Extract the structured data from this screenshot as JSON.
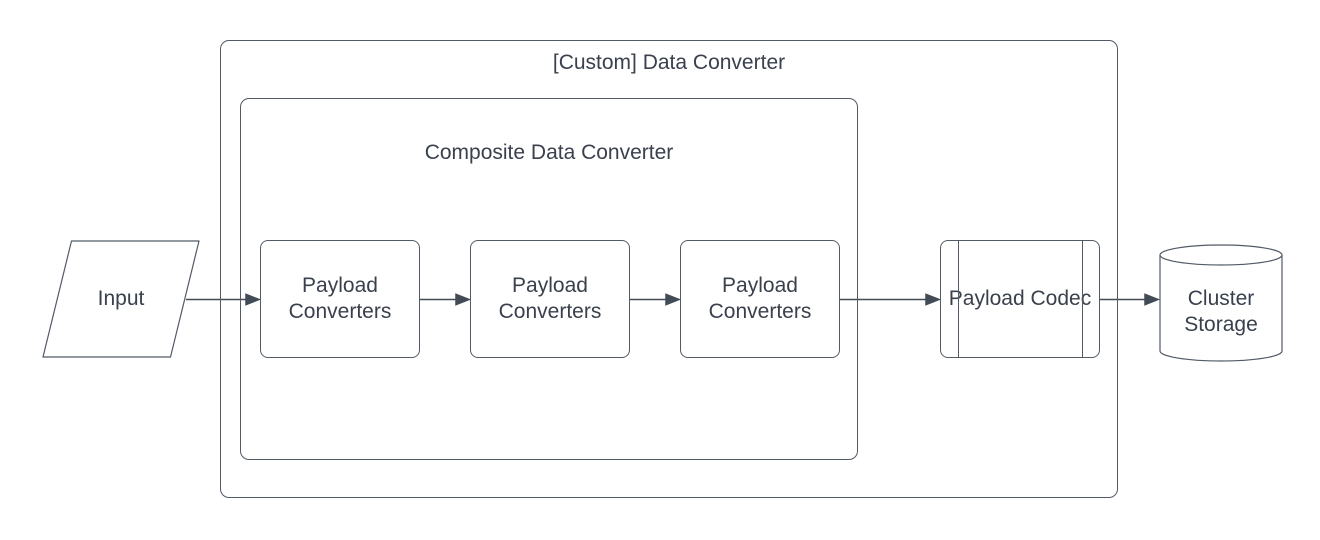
{
  "diagram": {
    "title_note": "Data conversion pipeline diagram",
    "colors": {
      "background": "#ffffff",
      "stroke": "#525a66",
      "text": "#3a414d"
    },
    "outer_group": {
      "label": "[Custom] Data Converter"
    },
    "inner_group": {
      "label": "Composite Data Converter"
    },
    "nodes": {
      "input": {
        "label": "Input",
        "shape": "parallelogram"
      },
      "payload_converters_1": {
        "label": "Payload Converters",
        "shape": "rounded-rectangle"
      },
      "payload_converters_2": {
        "label": "Payload Converters",
        "shape": "rounded-rectangle"
      },
      "payload_converters_3": {
        "label": "Payload Converters",
        "shape": "rounded-rectangle"
      },
      "payload_codec": {
        "label": "Payload Codec",
        "shape": "predefined-process"
      },
      "cluster_storage": {
        "label": "Cluster Storage",
        "shape": "cylinder"
      }
    },
    "edges": [
      {
        "from": "input",
        "to": "payload_converters_1"
      },
      {
        "from": "payload_converters_1",
        "to": "payload_converters_2"
      },
      {
        "from": "payload_converters_2",
        "to": "payload_converters_3"
      },
      {
        "from": "payload_converters_3",
        "to": "payload_codec"
      },
      {
        "from": "payload_codec",
        "to": "cluster_storage"
      }
    ]
  }
}
